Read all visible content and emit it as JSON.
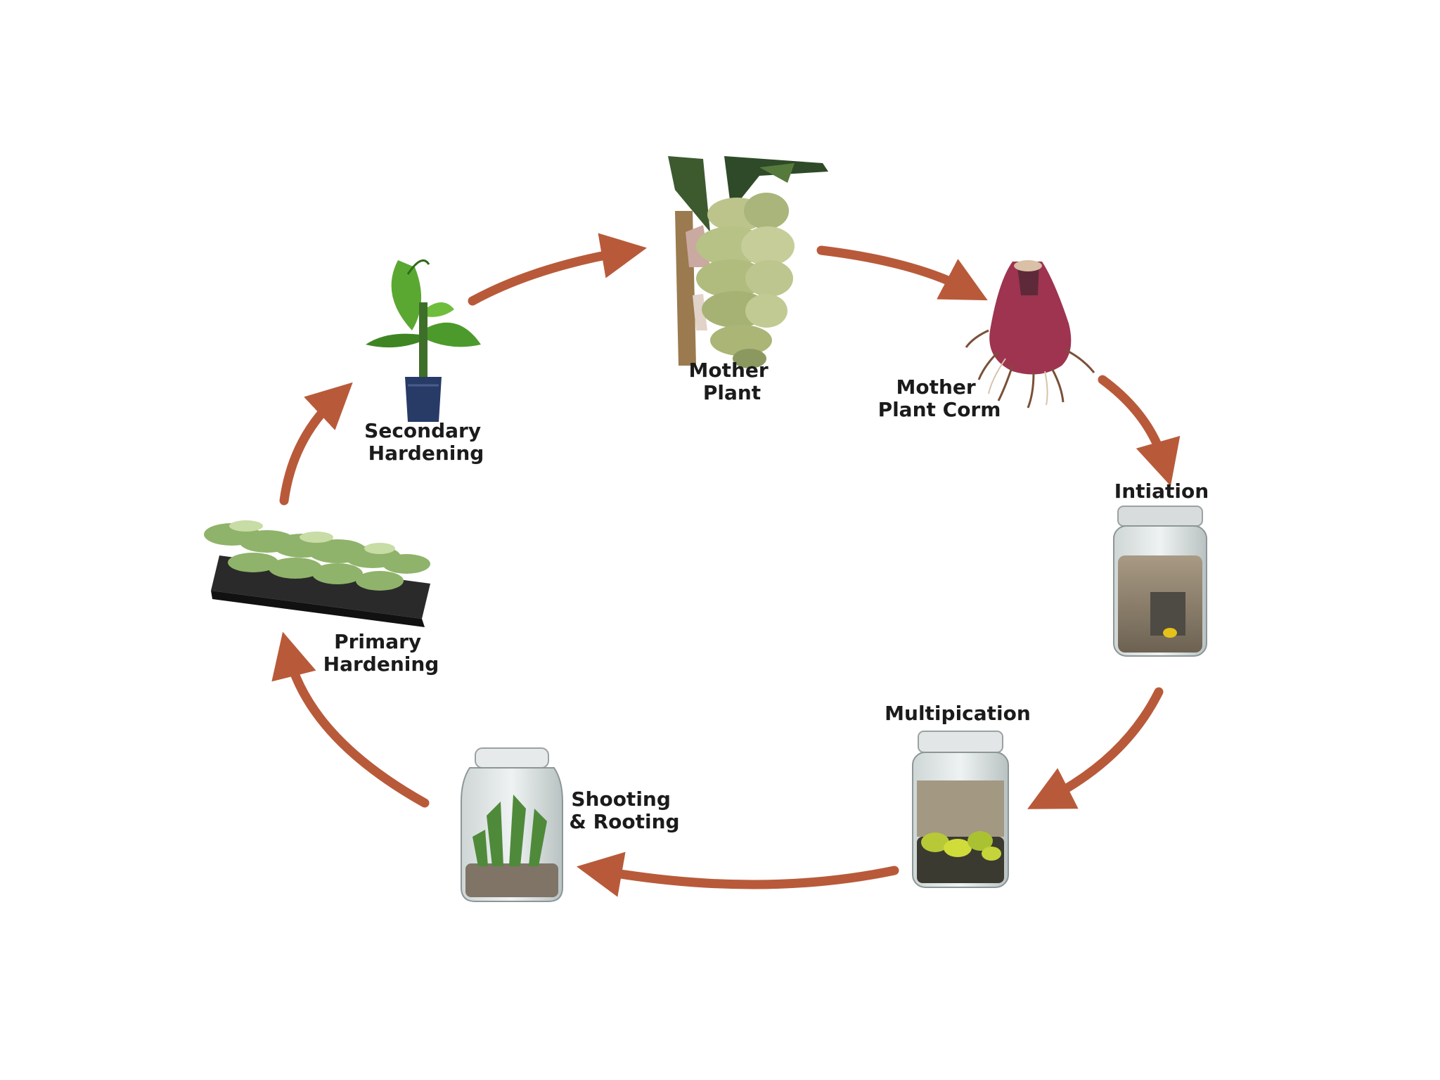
{
  "diagram": {
    "arrow_color": "#b85a3a",
    "stages": [
      {
        "id": "mother-plant",
        "lines": [
          "Mother",
          "Plant"
        ]
      },
      {
        "id": "mother-plant-corm",
        "lines": [
          "Mother",
          "Plant Corm"
        ]
      },
      {
        "id": "initiation",
        "lines": [
          "Intiation"
        ]
      },
      {
        "id": "multiplication",
        "lines": [
          "Multipication"
        ]
      },
      {
        "id": "shooting-rooting",
        "lines": [
          "Shooting",
          "& Rooting"
        ]
      },
      {
        "id": "primary-hardening",
        "lines": [
          "Primary",
          "Hardening"
        ]
      },
      {
        "id": "secondary-hardening",
        "lines": [
          "Secondary",
          "Hardening"
        ]
      }
    ]
  }
}
